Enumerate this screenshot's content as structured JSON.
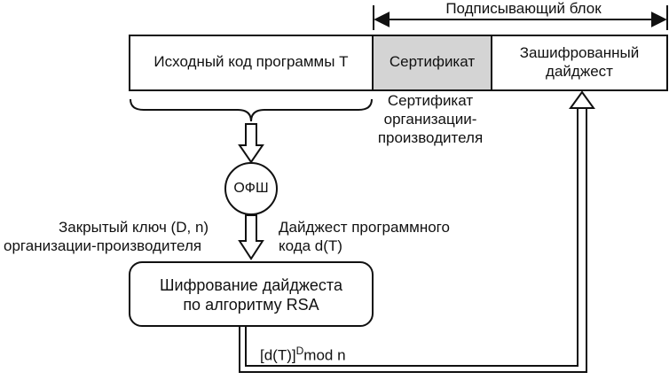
{
  "header": {
    "signature_block_label": "Подписывающий блок"
  },
  "top_row": {
    "source_code": "Исходный код программы T",
    "certificate": "Сертификат",
    "encrypted_digest_line1": "Зашифрованный",
    "encrypted_digest_line2": "дайджест"
  },
  "certificate_note": {
    "line1": "Сертификат",
    "line2": "организации-",
    "line3": "производителя"
  },
  "hash": {
    "label": "ОФШ"
  },
  "private_key": {
    "line1": "Закрытый ключ (D, n)",
    "line2": "организации-производителя"
  },
  "digest": {
    "line1": "Дайджест программного",
    "line2": "кода d(T)"
  },
  "rsa_box": {
    "line1": "Шифрование дайджеста",
    "line2": "по алгоритму RSA"
  },
  "formula": {
    "base": "[d(T)]",
    "exponent": "D",
    "tail": "mod n"
  },
  "colors": {
    "ink": "#111111",
    "certificate_fill": "#d4d4d4",
    "background": "#ffffff"
  }
}
